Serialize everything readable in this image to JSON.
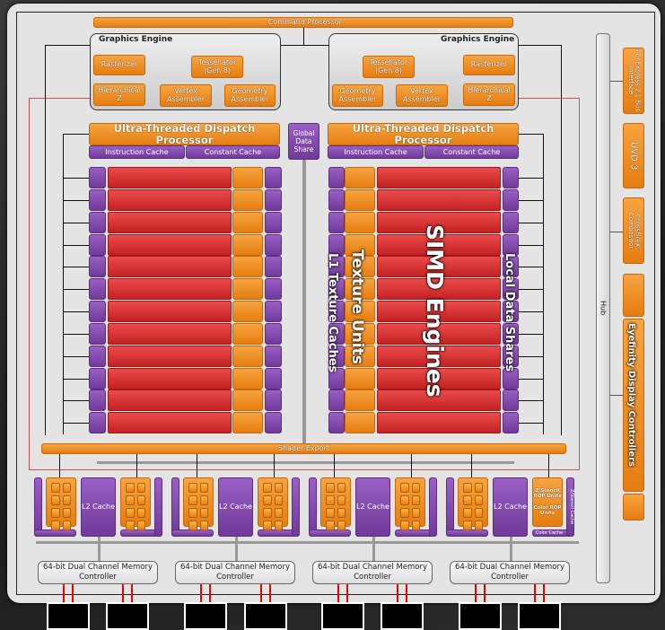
{
  "command_processor": "Command Processor",
  "graphics_engines": [
    {
      "title": "Graphics Engine",
      "rasterizer": "Rasterizer",
      "hierarchical_z": "Hierarchical Z",
      "tessellator": "Tessellator (Gen 8)",
      "vertex_assembler": "Vertex Assembler",
      "geometry_assembler": "Geometry Assembler"
    },
    {
      "title": "Graphics Engine",
      "rasterizer": "Rasterizer",
      "hierarchical_z": "Hierarchical Z",
      "tessellator": "Tessellator (Gen 8)",
      "vertex_assembler": "Vertex Assembler",
      "geometry_assembler": "Geometry Assembler"
    }
  ],
  "dispatch": [
    {
      "title": "Ultra-Threaded Dispatch Processor",
      "instruction_cache": "Instruction Cache",
      "constant_cache": "Constant Cache"
    },
    {
      "title": "Ultra-Threaded Dispatch Processor",
      "instruction_cache": "Instruction Cache",
      "constant_cache": "Constant Cache"
    }
  ],
  "global_data_share": "Global Data Share",
  "simd_rows": 12,
  "labels": {
    "simd_engines": "SIMD Engines",
    "texture_units": "Texture Units",
    "l1_texture_caches": "L1 Texture Caches",
    "local_data_shares": "Local Data Shares"
  },
  "shader_export": "Shader Export",
  "l2_cache": "L2 Cache",
  "rop": {
    "z_stencil_units": "Z/Stencil ROP Units",
    "color_units": "Color ROP Units",
    "color_cache": "Color Cache",
    "z_stencil_cache": "Z/Stencil Cache"
  },
  "memory_controllers": [
    "64-bit Dual Channel Memory Controller",
    "64-bit Dual Channel Memory Controller",
    "64-bit Dual Channel Memory Controller",
    "64-bit Dual Channel Memory Controller"
  ],
  "hub": "Hub",
  "side_blocks": {
    "pcie": "PCI Express 2.1 Bus Interface",
    "uvd": "UVD 3",
    "crossfire": "CrossFireX Compositor",
    "eyefinity": "Eyefinity Display Controllers"
  },
  "colors": {
    "orange": "#f0901e",
    "purple": "#7f48ab",
    "red": "#d83434",
    "panel": "#e4e4e4"
  }
}
